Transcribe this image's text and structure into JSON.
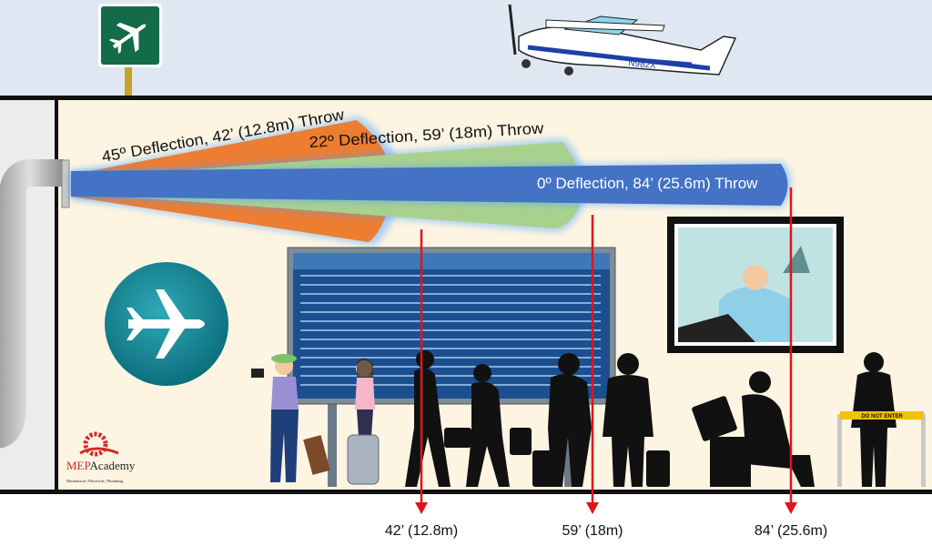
{
  "title_labels": {
    "deflection_45": "45º Deflection, 42’ (12.8m) Throw",
    "deflection_22": "22º Deflection, 59’ (18m) Throw",
    "deflection_0": "0º Deflection, 84’ (25.6m) Throw"
  },
  "distance_markers": [
    {
      "label": "42’ (12.8m)"
    },
    {
      "label": "59’ (18m)"
    },
    {
      "label": "84’ (25.6m)"
    }
  ],
  "sign": {
    "do_not_enter": "DO NOT ENTER"
  },
  "plane": {
    "tail_number": "N982X"
  },
  "logo": {
    "name_red": "MEP",
    "name_dark": "Academy",
    "tagline": "Mechanical | Electrical | Plumbing"
  },
  "colors": {
    "sky": "#dfe8f2",
    "wall": "#fdf5e2",
    "throw_45": "#ed7d31",
    "throw_22": "#a9d18e",
    "throw_0": "#4472c4",
    "marker": "#e0141b"
  }
}
